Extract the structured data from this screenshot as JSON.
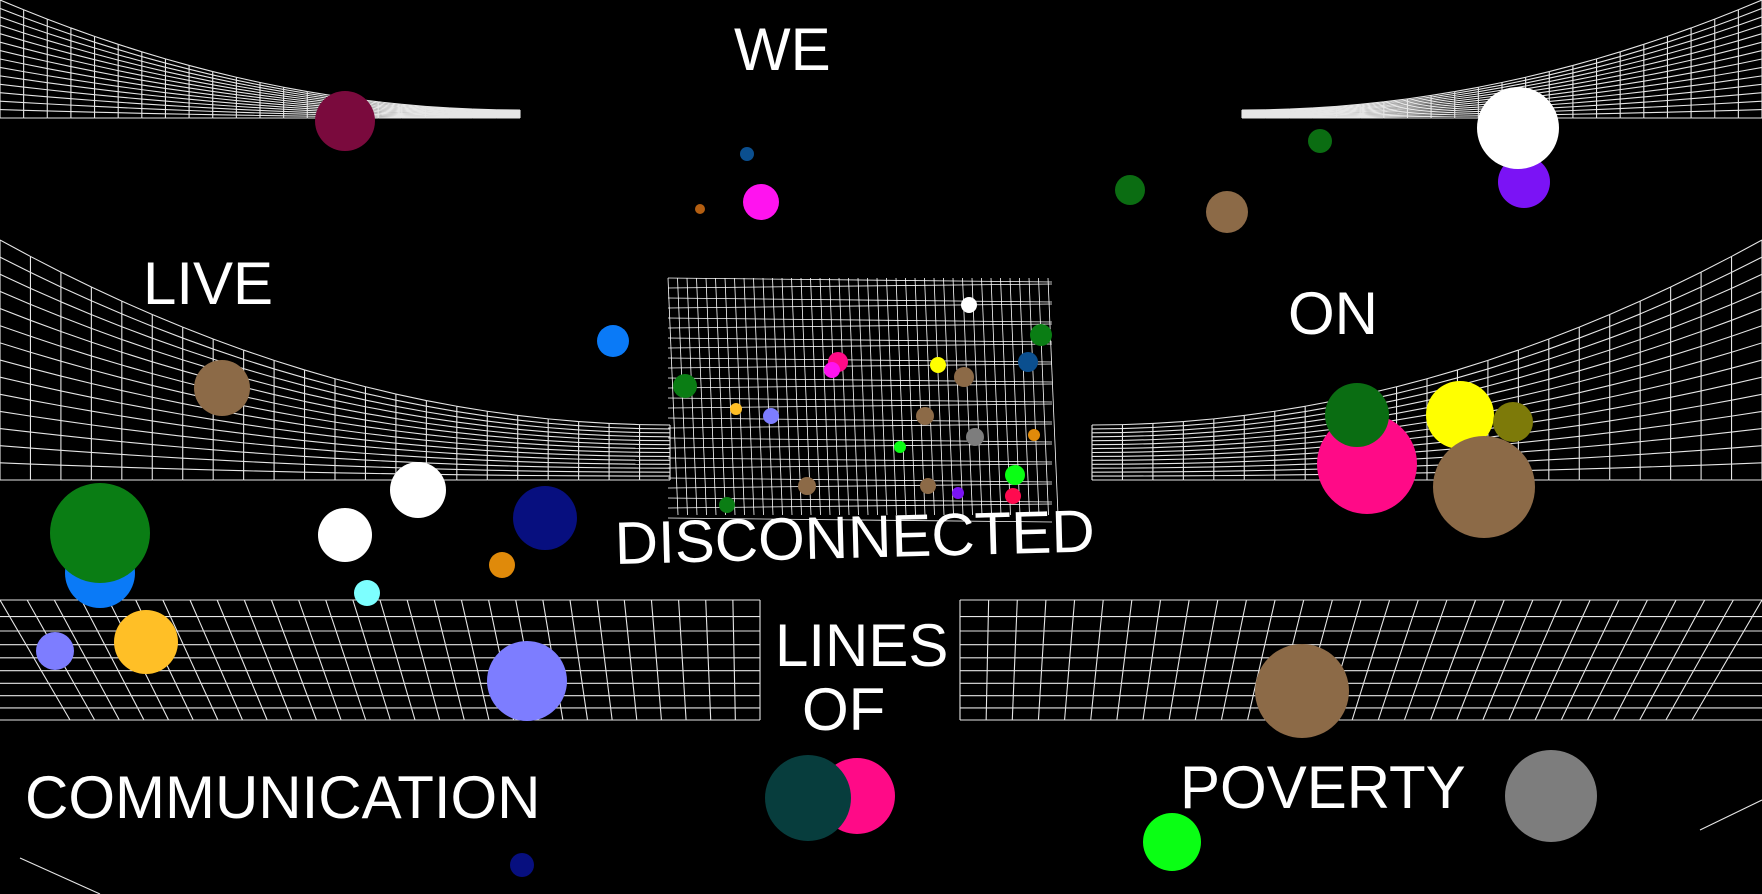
{
  "words": {
    "w1": "WE",
    "w2": "LIVE",
    "w3": "ON",
    "w4": "DISCONNECTED",
    "w5": "LINES",
    "w6": "OF",
    "w7": "COMMUNICATION",
    "w8": "POVERTY"
  },
  "colors": {
    "background": "#000000",
    "grid": "#ffffff",
    "text": "#ffffff"
  }
}
